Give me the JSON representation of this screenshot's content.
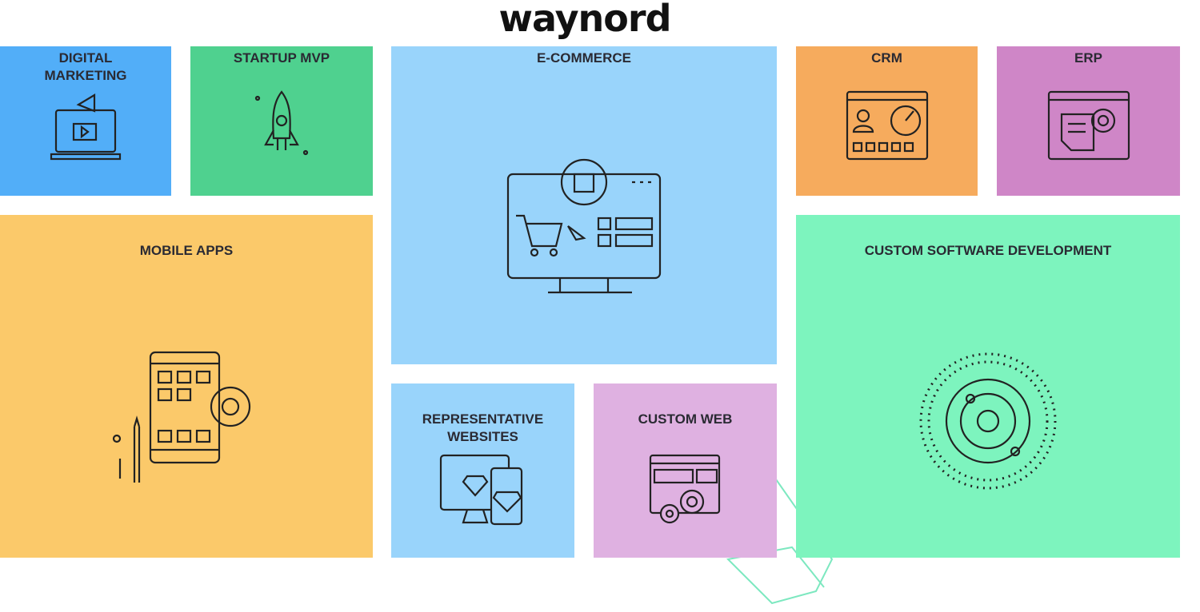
{
  "brand": {
    "logo": "waynord"
  },
  "tiles": {
    "digital_marketing": {
      "label": "DIGITAL MARKETING",
      "icon": "laptop-megaphone-icon",
      "color": "#52aef8"
    },
    "startup_mvp": {
      "label": "STARTUP MVP",
      "icon": "rocket-icon",
      "color": "#4fd18f"
    },
    "ecommerce": {
      "label": "E-COMMERCE",
      "icon": "monitor-cart-icon",
      "color": "#99d4fb"
    },
    "crm": {
      "label": "CRM",
      "icon": "dashboard-window-icon",
      "color": "#f6ab5d"
    },
    "erp": {
      "label": "ERP",
      "icon": "document-gear-icon",
      "color": "#cf86c7"
    },
    "mobile_apps": {
      "label": "MOBILE APPS",
      "icon": "phone-gear-icon",
      "color": "#fbc96a"
    },
    "representative_websites": {
      "label": "REPRESENTATIVE WEBSITES",
      "icon": "devices-diamond-icon",
      "color": "#99d4fb"
    },
    "custom_web": {
      "label": "CUSTOM WEB",
      "icon": "browser-gears-icon",
      "color": "#dfb1e1"
    },
    "custom_software": {
      "label": "CUSTOM SOFTWARE DEVELOPMENT",
      "icon": "orbit-icon",
      "color": "#7df4be"
    }
  }
}
